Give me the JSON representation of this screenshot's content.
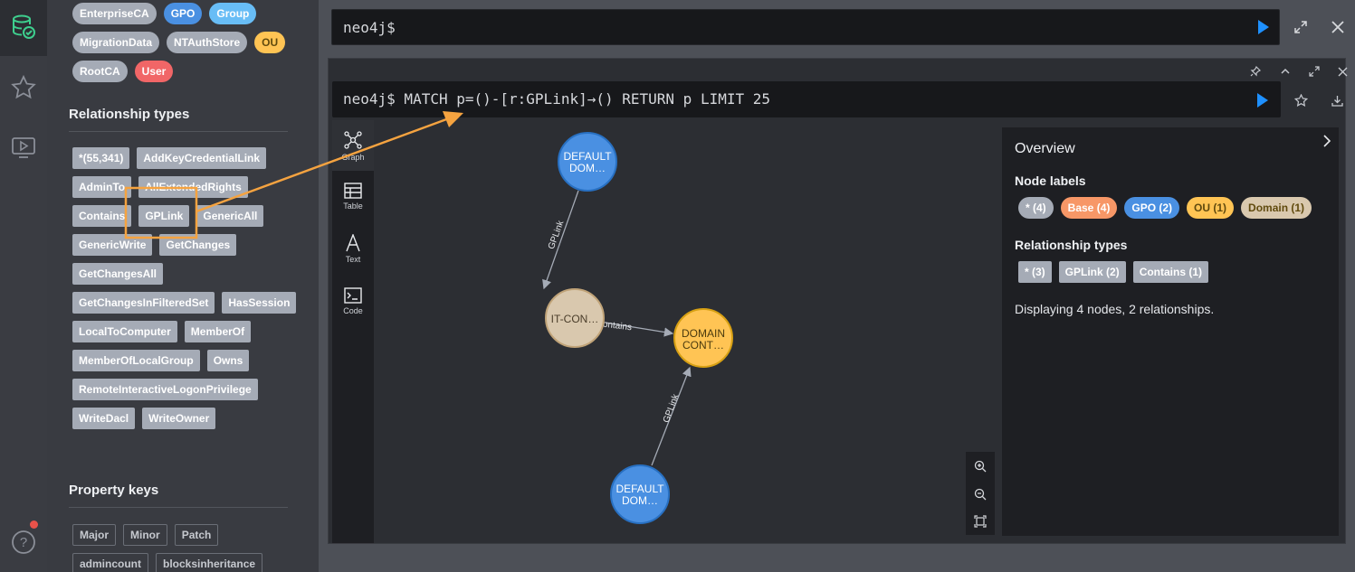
{
  "rail": {
    "icons": [
      "database-icon",
      "star-icon",
      "play-video-icon",
      "help-icon"
    ]
  },
  "sidebar": {
    "node_labels": [
      {
        "label": "EnterpriseCA",
        "color": "#a5abb6"
      },
      {
        "label": "GPO",
        "color": "#4a90e2"
      },
      {
        "label": "Group",
        "color": "#68bdf6"
      },
      {
        "label": "MigrationData",
        "color": "#a5abb6"
      },
      {
        "label": "NTAuthStore",
        "color": "#a5abb6"
      },
      {
        "label": "OU",
        "color": "#ffc454"
      },
      {
        "label": "RootCA",
        "color": "#a5abb6"
      },
      {
        "label": "User",
        "color": "#f16667"
      }
    ],
    "relationship_types_title": "Relationship types",
    "relationship_types": [
      "*(55,341)",
      "AddKeyCredentialLink",
      "AdminTo",
      "AllExtendedRights",
      "Contains",
      "GPLink",
      "GenericAll",
      "GenericWrite",
      "GetChanges",
      "GetChangesAll",
      "GetChangesInFilteredSet",
      "HasSession",
      "LocalToComputer",
      "MemberOf",
      "MemberOfLocalGroup",
      "Owns",
      "RemoteInteractiveLogonPrivilege",
      "WriteDacl",
      "WriteOwner"
    ],
    "property_keys_title": "Property keys",
    "property_keys": [
      "Major",
      "Minor",
      "Patch",
      "admincount",
      "blocksinheritance"
    ]
  },
  "editor": {
    "prompt": "neo4j$"
  },
  "result": {
    "query": "neo4j$ MATCH p=()-[r:GPLink]→() RETURN p LIMIT 25",
    "views": [
      {
        "key": "graph",
        "label": "Graph",
        "icon": "graph-icon"
      },
      {
        "key": "table",
        "label": "Table",
        "icon": "table-icon"
      },
      {
        "key": "text",
        "label": "Text",
        "icon": "text-icon"
      },
      {
        "key": "code",
        "label": "Code",
        "icon": "code-icon"
      }
    ],
    "active_view": "graph",
    "graph": {
      "nodes": [
        {
          "id": "n1",
          "caption_l1": "DEFAULT",
          "caption_l2": "DOM…",
          "color": "#4a90e2",
          "stroke": "#2870c2"
        },
        {
          "id": "n2",
          "caption_l1": "IT-CON…",
          "caption_l2": "",
          "color": "#d9c8ae",
          "stroke": "#c0a378"
        },
        {
          "id": "n3",
          "caption_l1": "DOMAIN",
          "caption_l2": "CONT…",
          "color": "#ffc454",
          "stroke": "#d7a013"
        },
        {
          "id": "n4",
          "caption_l1": "DEFAULT",
          "caption_l2": "DOM…",
          "color": "#4a90e2",
          "stroke": "#2870c2"
        }
      ],
      "relationships": [
        {
          "from": "n1",
          "to": "n2",
          "type": "GPLink"
        },
        {
          "from": "n2",
          "to": "n3",
          "type": "Contains"
        },
        {
          "from": "n4",
          "to": "n3",
          "type": "GPLink"
        }
      ]
    },
    "overview": {
      "title": "Overview",
      "node_labels_title": "Node labels",
      "node_labels": [
        {
          "label": "* (4)",
          "color": "#a5abb6",
          "text": "#ffffff"
        },
        {
          "label": "Base (4)",
          "color": "#f79767",
          "text": "#ffffff"
        },
        {
          "label": "GPO (2)",
          "color": "#4a90e2",
          "text": "#ffffff"
        },
        {
          "label": "OU (1)",
          "color": "#ffc454",
          "text": "#604a0e"
        },
        {
          "label": "Domain (1)",
          "color": "#d9c8ae",
          "text": "#604a0e"
        }
      ],
      "relationship_types_title": "Relationship types",
      "relationship_types": [
        "* (3)",
        "GPLink (2)",
        "Contains (1)"
      ],
      "summary": "Displaying 4 nodes, 2 relationships."
    }
  },
  "annotation": {
    "color": "#f5a340"
  }
}
